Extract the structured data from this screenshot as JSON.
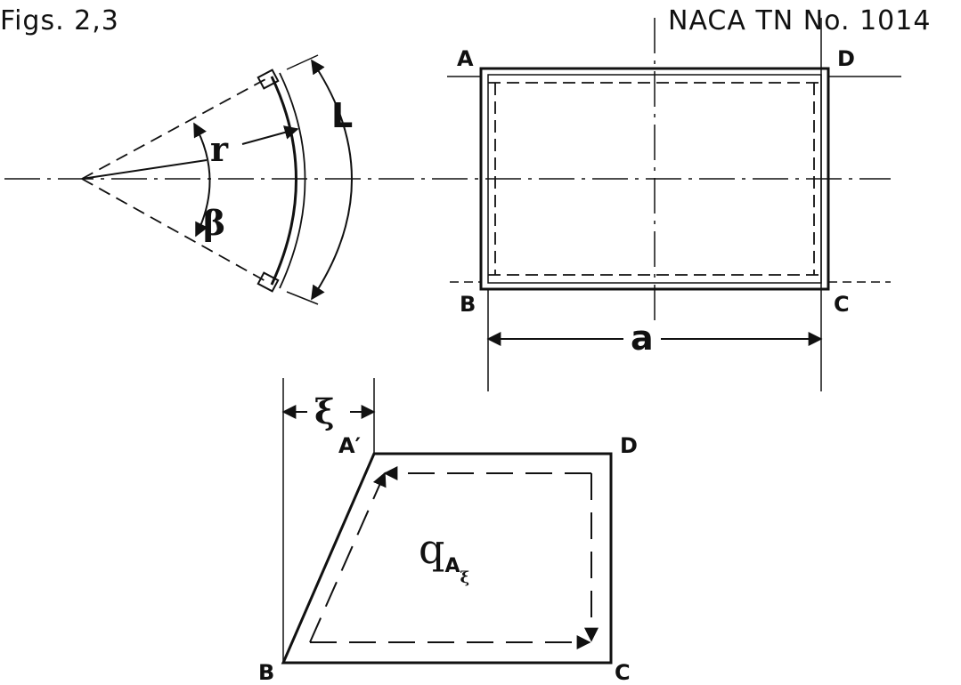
{
  "header": {
    "figs_label": "Figs. 2,3",
    "report_label": "NACA TN No. 1014"
  },
  "fig2": {
    "radius_label": "r",
    "arc_length_label": "L",
    "angle_label": "β",
    "corner_a": "A",
    "corner_b": "B",
    "corner_c": "C",
    "corner_d": "D",
    "width_label": "a"
  },
  "fig3": {
    "offset_label": "ξ",
    "corner_a_prime": "A′",
    "corner_b": "B",
    "corner_c": "C",
    "corner_d": "D",
    "shear_flow_main": "q",
    "shear_flow_sub": "A",
    "shear_flow_subsub": "ξ"
  },
  "colors": {
    "ink": "#111111",
    "paper": "#ffffff"
  }
}
